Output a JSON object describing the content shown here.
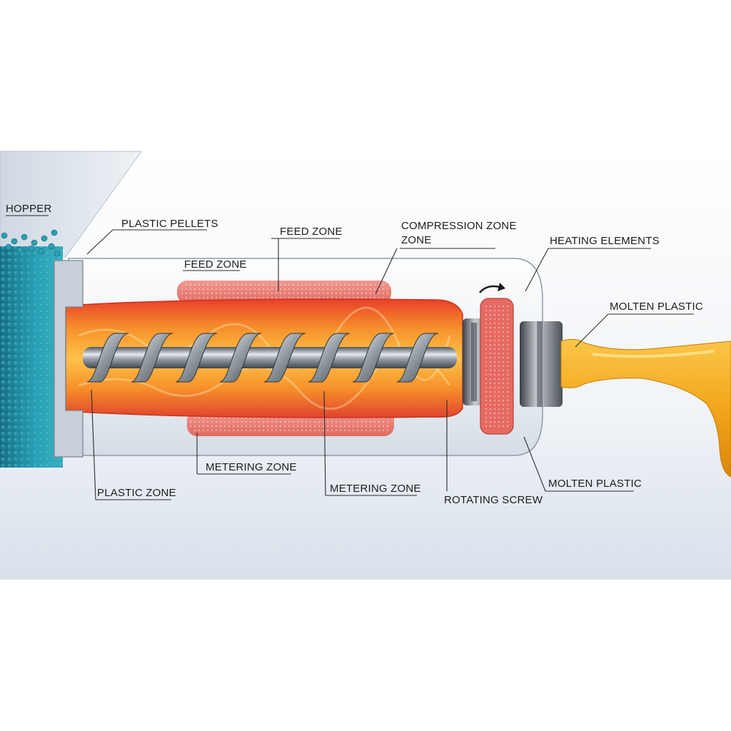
{
  "labels": {
    "hopper": "HOPPER",
    "plastic_pellets": "PLASTIC PELLETS",
    "feed_zone_top": "FEED ZONE",
    "feed_zone_mid": "FEED ZONE",
    "compression_zone_1": "COMPRESSION ZONE",
    "compression_zone_2": "ZONE",
    "heating_elements": "HEATING ELEMENTS",
    "molten_plastic_top": "MOLTEN PLASTIC",
    "metering_zone_left": "METERING ZONE",
    "plastic_zone": "PLASTIC ZONE",
    "metering_zone_right": "METERING ZONE",
    "rotating_screw": "ROTATING SCREW",
    "molten_plastic_bottom": "MOLTEN PLASTIC"
  },
  "colors": {
    "pellets": "#1f8fa6",
    "melt": "#f7902a",
    "heater": "#e8746a",
    "screw": "#8a929a",
    "molten_stream": "#f3a61b"
  }
}
